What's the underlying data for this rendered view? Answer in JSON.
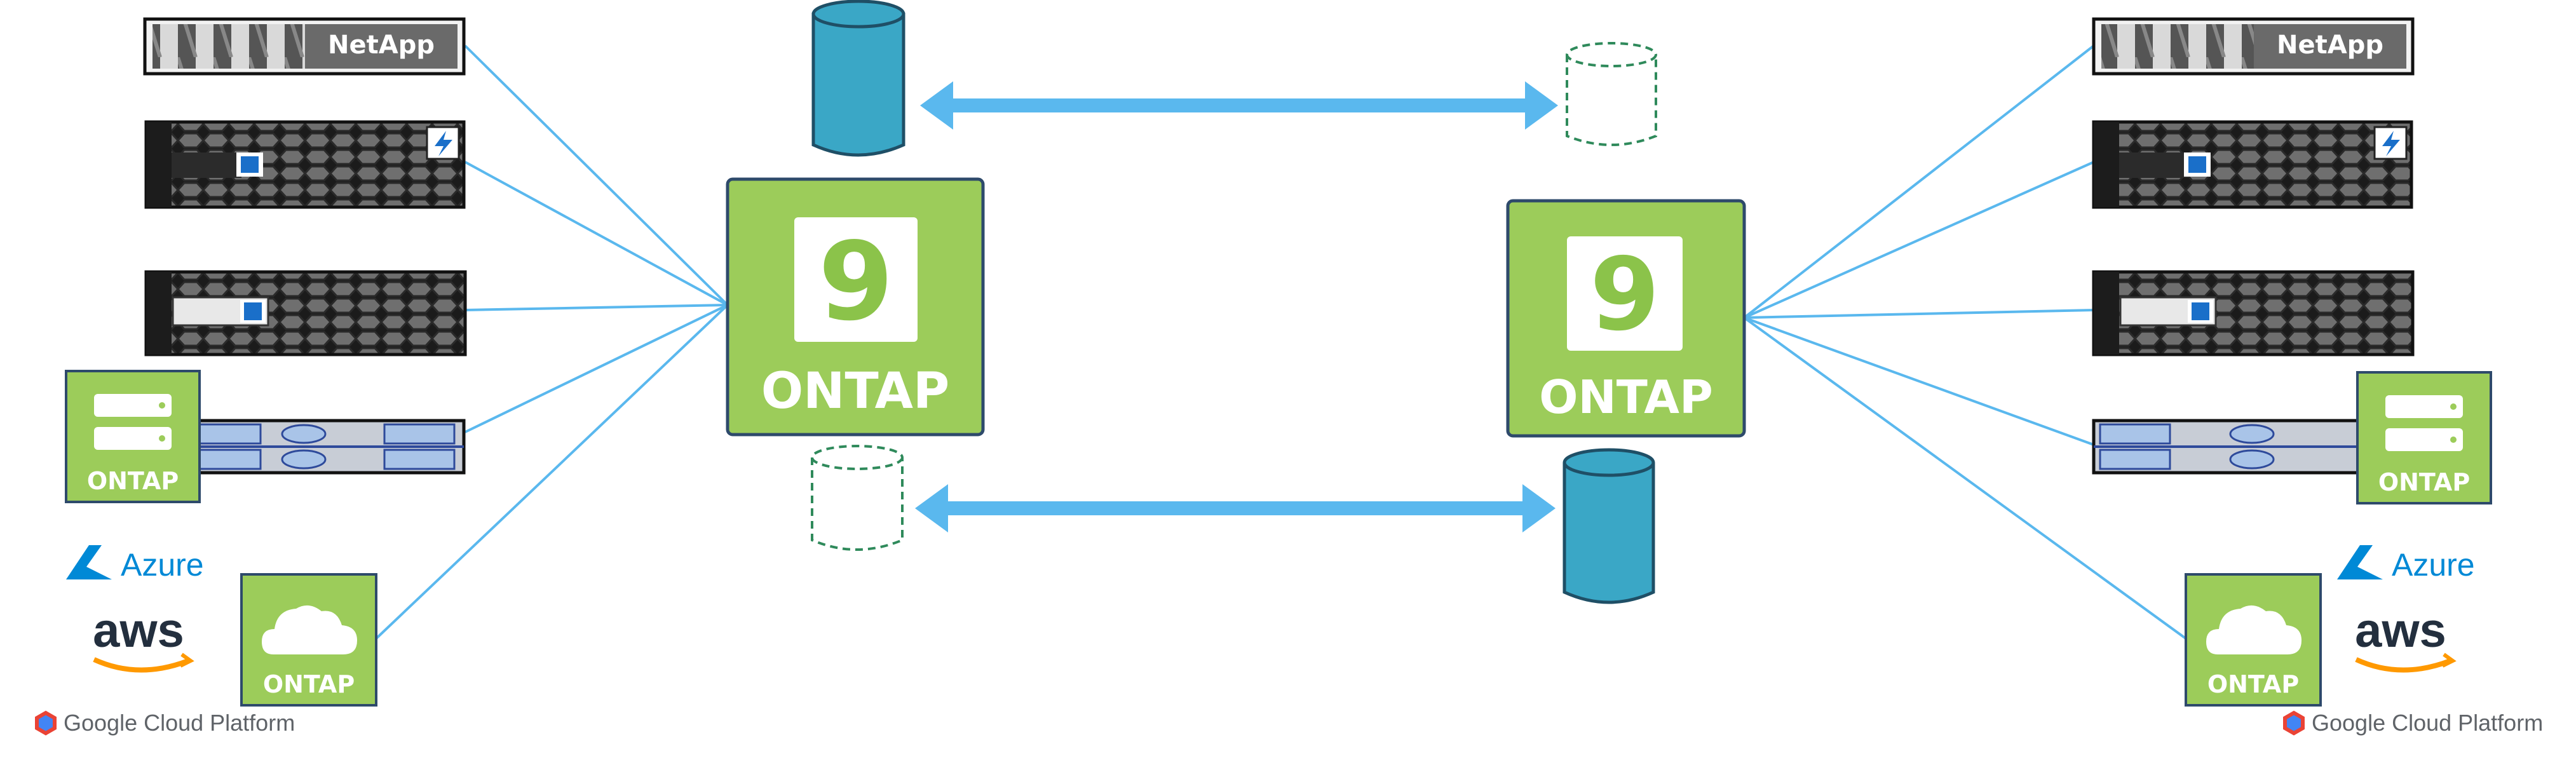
{
  "colors": {
    "ontap_green": "#9ccc5a",
    "ontap_border": "#2e4a6b",
    "connector": "#5ab8ee",
    "arrow": "#5ab8ee",
    "cylinder_fill": "#3aa7c6",
    "dashed_cylinder": "#2f8a5b",
    "azure": "#0089d6",
    "aws_orange": "#ff9900"
  },
  "left_cluster": {
    "ontap_badge": {
      "number": "9",
      "label": "ONTAP"
    },
    "hardware": [
      {
        "type": "netapp-shelf",
        "label": "NetApp"
      },
      {
        "type": "flash-array",
        "icon": "lightning-icon"
      },
      {
        "type": "hybrid-array",
        "icon": "netapp-logo-icon"
      },
      {
        "type": "ontap-select-server",
        "badge_label": "ONTAP"
      },
      {
        "type": "cloud-volumes-ontap",
        "badge_label": "ONTAP"
      }
    ],
    "cloud_providers": [
      "Azure",
      "aws",
      "Google Cloud Platform"
    ]
  },
  "right_cluster": {
    "ontap_badge": {
      "number": "9",
      "label": "ONTAP"
    },
    "hardware": [
      {
        "type": "netapp-shelf",
        "label": "NetApp"
      },
      {
        "type": "flash-array",
        "icon": "lightning-icon"
      },
      {
        "type": "hybrid-array",
        "icon": "netapp-logo-icon"
      },
      {
        "type": "ontap-select-server",
        "badge_label": "ONTAP"
      },
      {
        "type": "cloud-volumes-ontap",
        "badge_label": "ONTAP"
      }
    ],
    "cloud_providers": [
      "Azure",
      "aws",
      "Google Cloud Platform"
    ]
  },
  "replication": [
    {
      "from": "left-primary-volume",
      "to": "right-secondary-volume",
      "direction": "bidirectional"
    },
    {
      "from": "left-secondary-volume",
      "to": "right-primary-volume",
      "direction": "bidirectional"
    }
  ],
  "text": {
    "netapp_logo": "NetApp",
    "ontap": "ONTAP",
    "nine": "9",
    "azure": "Azure",
    "aws": "aws",
    "gcp": "Google Cloud Platform"
  }
}
